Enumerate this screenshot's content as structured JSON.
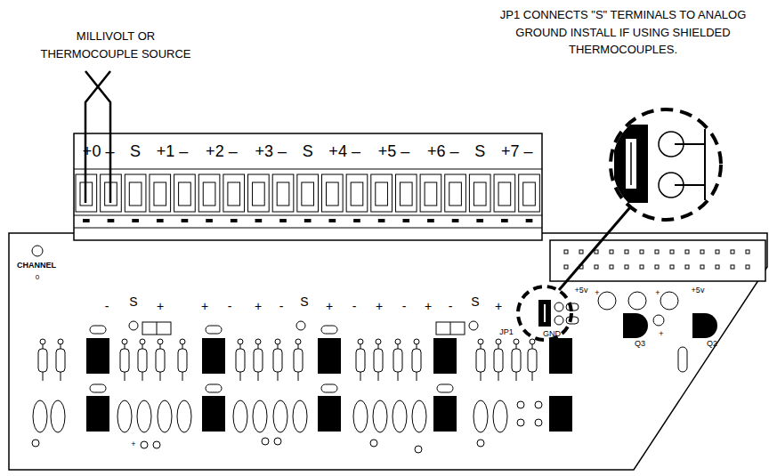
{
  "diagram": {
    "labels": [
      "MILLIVOLT OR THERMOCOUPLE SOURCE",
      "JP1 CONNECTS \"S\" TERMINALS TO ANALOG GROUND INSTALL IF USING SHIELDED THERMOCOUPLES.",
      "+0 –",
      "S",
      "+1 –",
      "+2 –",
      "+3 –",
      "S",
      "+4 –",
      "+5 –",
      "+6 –",
      "S",
      "+7 –",
      "CHANNEL",
      "0",
      "-",
      "S",
      "+",
      "+",
      "-",
      "+",
      "-",
      "S",
      "+",
      "-",
      "+",
      "-",
      "+",
      "-",
      "S",
      "+",
      "+5v",
      "+",
      "+",
      "+5v",
      "JP1",
      "GND",
      "Q3",
      "+",
      "Q2",
      "+"
    ]
  }
}
